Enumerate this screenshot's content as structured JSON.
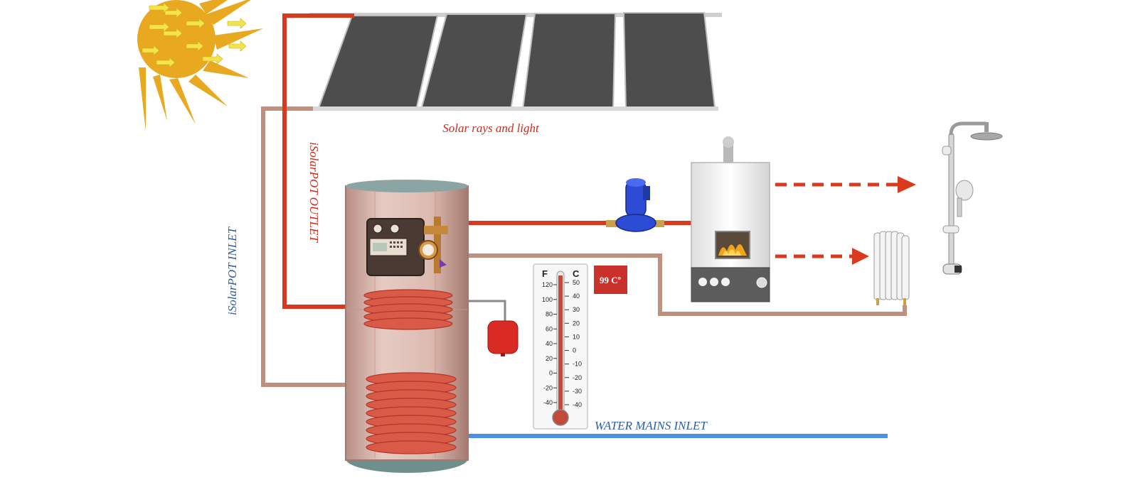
{
  "labels": {
    "solar_rays": "Solar rays and light",
    "outlet": "iSolarPOT OUTLET",
    "inlet": "iSolarPOT INLET",
    "mains": "WATER MAINS INLET",
    "temp_display": "99 Cº"
  },
  "thermometer": {
    "f_header": "F",
    "c_header": "C",
    "f_ticks": [
      "120",
      "100",
      "80",
      "60",
      "40",
      "20",
      "0",
      "-20",
      "-40"
    ],
    "c_ticks": [
      "50",
      "40",
      "30",
      "20",
      "10",
      "0",
      "-10",
      "-20",
      "-30",
      "-40"
    ]
  },
  "colors": {
    "hot_pipe": "#d9391c",
    "return_pipe": "#c0907e",
    "mains_pipe": "#4a90e8",
    "sun": "#e8a820",
    "panel": "#4d4d4d",
    "label_red": "#cc2a1a",
    "label_blue": "#2c5ea8",
    "badge": "#c8322a"
  },
  "icons": [
    "sun-icon",
    "solar-panel-icon",
    "tank-icon",
    "controller-icon",
    "pump-icon",
    "boiler-icon",
    "expansion-vessel-icon",
    "radiator-icon",
    "shower-icon",
    "thermometer-icon"
  ]
}
